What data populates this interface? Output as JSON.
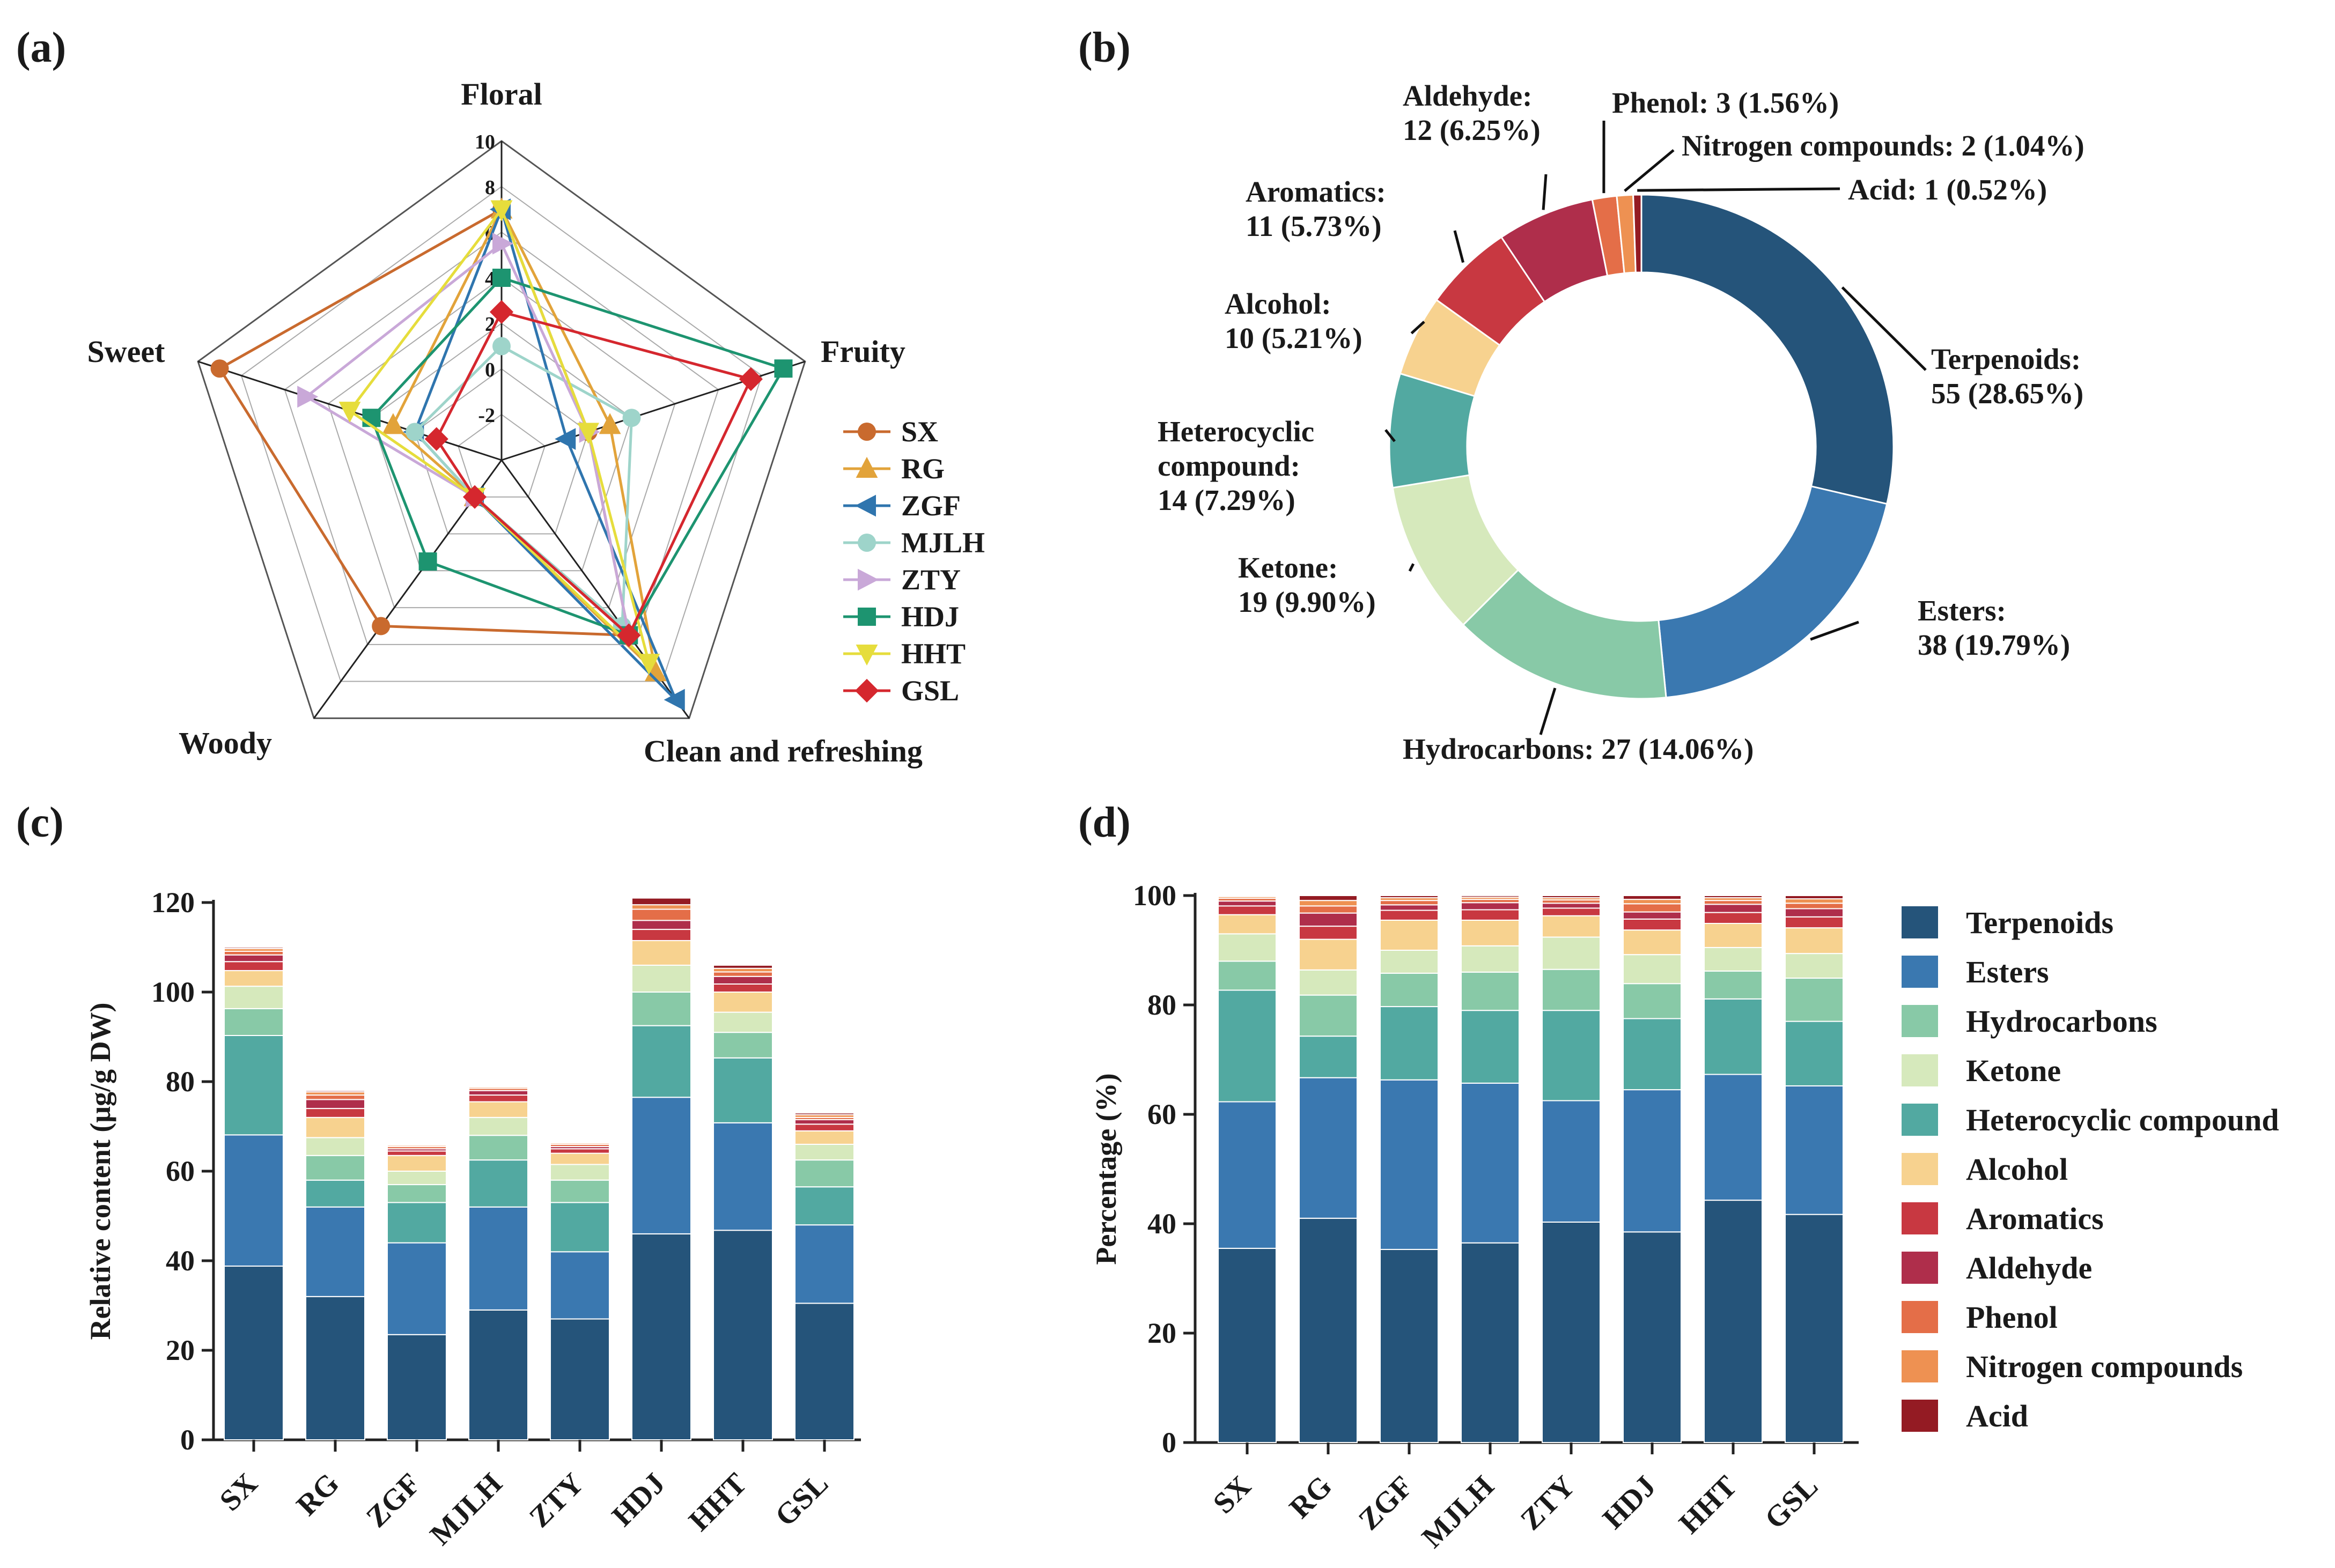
{
  "panel_labels": {
    "a": "(a)",
    "b": "(b)",
    "c": "(c)",
    "d": "(d)"
  },
  "colors": {
    "Terpenoids": "#25547A",
    "Esters": "#3A78B0",
    "Hydrocarbons": "#88C9A7",
    "Ketone": "#D6E9BC",
    "Heterocyclic compound": "#52A9A1",
    "Alcohol": "#F7D28F",
    "Aromatics": "#C83841",
    "Aldehyde": "#AF2E4B",
    "Phenol": "#E46E48",
    "Nitrogen compounds": "#EE9152",
    "Acid": "#941B23"
  },
  "chart_data": [
    {
      "type": "radar",
      "panel": "a",
      "axes": [
        "Floral",
        "Fruity",
        "Clean and refreshing",
        "Woody",
        "Sweet"
      ],
      "ticks": [
        "-2",
        "0",
        "2",
        "4",
        "6",
        "8",
        "10"
      ],
      "range": [
        -4,
        10
      ],
      "series": [
        {
          "name": "SX",
          "color": "#C96A2E",
          "marker": "circle",
          "values": [
            7,
            0,
            5.5,
            5,
            9
          ]
        },
        {
          "name": "RG",
          "color": "#E2A33A",
          "marker": "triangle-up",
          "values": [
            7,
            1,
            7.5,
            -2,
            1
          ]
        },
        {
          "name": "ZGF",
          "color": "#2F75AE",
          "marker": "triangle-left",
          "values": [
            7,
            -1,
            9,
            -2,
            0
          ]
        },
        {
          "name": "MJLH",
          "color": "#9ED4CA",
          "marker": "circle",
          "values": [
            1,
            2,
            5,
            -2,
            0
          ]
        },
        {
          "name": "ZTY",
          "color": "#C9A8D8",
          "marker": "triangle-right",
          "values": [
            5.5,
            0,
            5.5,
            -2,
            5
          ]
        },
        {
          "name": "HDJ",
          "color": "#1D9470",
          "marker": "square",
          "values": [
            4,
            9,
            5.5,
            1.5,
            2
          ]
        },
        {
          "name": "HHT",
          "color": "#E6DD3C",
          "marker": "triangle-down",
          "values": [
            7,
            0,
            7,
            -2,
            3
          ]
        },
        {
          "name": "GSL",
          "color": "#D5272E",
          "marker": "diamond",
          "values": [
            2.5,
            7.5,
            5.5,
            -2,
            -1
          ]
        }
      ]
    },
    {
      "type": "pie",
      "panel": "b",
      "hole": true,
      "slices": [
        {
          "name": "Terpenoids",
          "count": 55,
          "percent": 28.65,
          "label": "Terpenoids:",
          "value_label": "55 (28.65%)"
        },
        {
          "name": "Esters",
          "count": 38,
          "percent": 19.79,
          "label": "Esters:",
          "value_label": "38 (19.79%)"
        },
        {
          "name": "Hydrocarbons",
          "count": 27,
          "percent": 14.06,
          "label": "Hydrocarbons: 27 (14.06%)"
        },
        {
          "name": "Ketone",
          "count": 19,
          "percent": 9.9,
          "label": "Ketone:",
          "value_label": "19 (9.90%)"
        },
        {
          "name": "Heterocyclic compound",
          "count": 14,
          "percent": 7.29,
          "label": "Heterocyclic",
          "label2": "compound:",
          "value_label": "14 (7.29%)"
        },
        {
          "name": "Alcohol",
          "count": 10,
          "percent": 5.21,
          "label": "Alcohol:",
          "value_label": "10 (5.21%)"
        },
        {
          "name": "Aromatics",
          "count": 11,
          "percent": 5.73,
          "label": "Aromatics:",
          "value_label": "11 (5.73%)"
        },
        {
          "name": "Aldehyde",
          "count": 12,
          "percent": 6.25,
          "label": "Aldehyde:",
          "value_label": "12 (6.25%)"
        },
        {
          "name": "Phenol",
          "count": 3,
          "percent": 1.56,
          "label": "Phenol: 3 (1.56%)"
        },
        {
          "name": "Nitrogen compounds",
          "count": 2,
          "percent": 1.04,
          "label": "Nitrogen compounds: 2 (1.04%)"
        },
        {
          "name": "Acid",
          "count": 1,
          "percent": 0.52,
          "label": "Acid: 1 (0.52%)"
        }
      ]
    },
    {
      "type": "bar",
      "stacked": true,
      "panel": "c",
      "ylabel": "Relative content (μg/g DW)",
      "ylim": [
        0,
        120
      ],
      "yticks": [
        0,
        20,
        40,
        60,
        80,
        100,
        120
      ],
      "categories": [
        "SX",
        "RG",
        "ZGF",
        "MJLH",
        "ZTY",
        "HDJ",
        "HHT",
        "GSL"
      ],
      "series": [
        {
          "name": "Terpenoids",
          "values": [
            38.8,
            32,
            23.5,
            29,
            27,
            46,
            46.8,
            30.5
          ]
        },
        {
          "name": "Esters",
          "values": [
            29.3,
            20,
            20.5,
            23,
            15,
            30.5,
            24,
            17.5
          ]
        },
        {
          "name": "Heterocyclic compound",
          "values": [
            22.2,
            6,
            9,
            10.5,
            11,
            16,
            14.5,
            8.5
          ]
        },
        {
          "name": "Hydrocarbons",
          "values": [
            6,
            5.5,
            4,
            5.5,
            5,
            7.5,
            5.7,
            6
          ]
        },
        {
          "name": "Ketone",
          "values": [
            5,
            4,
            3,
            4,
            3.5,
            6,
            4.5,
            3.5
          ]
        },
        {
          "name": "Alcohol",
          "values": [
            3.5,
            4.5,
            3.5,
            3.5,
            2.5,
            5.5,
            4.5,
            3
          ]
        },
        {
          "name": "Aromatics",
          "values": [
            2,
            2,
            1,
            1.5,
            1,
            2.5,
            1.8,
            1.5
          ]
        },
        {
          "name": "Aldehyde",
          "values": [
            1.5,
            2,
            0.5,
            1,
            0.5,
            2,
            1.7,
            1
          ]
        },
        {
          "name": "Phenol",
          "values": [
            0.8,
            1,
            0.5,
            0.5,
            0.5,
            2.5,
            1,
            0.5
          ]
        },
        {
          "name": "Nitrogen compounds",
          "values": [
            0.6,
            0.7,
            0.3,
            0.3,
            0.3,
            1,
            0.8,
            0.6
          ]
        },
        {
          "name": "Acid",
          "values": [
            0.3,
            0.3,
            0.2,
            0.2,
            0.2,
            1.5,
            0.7,
            0.4
          ]
        }
      ]
    },
    {
      "type": "bar",
      "stacked": true,
      "percent": true,
      "panel": "d",
      "ylabel": "Percentage (%)",
      "ylim": [
        0,
        100
      ],
      "yticks": [
        0,
        20,
        40,
        60,
        80,
        100
      ],
      "categories": [
        "SX",
        "RG",
        "ZGF",
        "MJLH",
        "ZTY",
        "HDJ",
        "HHT",
        "GSL"
      ],
      "series": [
        {
          "name": "Terpenoids",
          "values": [
            35.5,
            41,
            35.3,
            36.5,
            40.3,
            38.5,
            44.3,
            41.7
          ]
        },
        {
          "name": "Esters",
          "values": [
            26.8,
            25.7,
            31,
            29.2,
            22.2,
            26,
            23,
            23.5
          ]
        },
        {
          "name": "Heterocyclic compound",
          "values": [
            20.4,
            7.6,
            13.4,
            13.3,
            16.5,
            13,
            13.8,
            11.8
          ]
        },
        {
          "name": "Hydrocarbons",
          "values": [
            5.3,
            7.5,
            6.1,
            7,
            7.5,
            6.4,
            5.1,
            7.9
          ]
        },
        {
          "name": "Ketone",
          "values": [
            5,
            4.6,
            4.2,
            4.8,
            5.9,
            5.3,
            4.3,
            4.5
          ]
        },
        {
          "name": "Alcohol",
          "values": [
            3.5,
            5.6,
            5.5,
            4.7,
            3.9,
            4.5,
            4.4,
            4.7
          ]
        },
        {
          "name": "Aromatics",
          "values": [
            1.6,
            2.4,
            1.8,
            1.9,
            1.4,
            2,
            2,
            2
          ]
        },
        {
          "name": "Aldehyde",
          "values": [
            0.9,
            2.4,
            1,
            1.3,
            0.9,
            1.3,
            1.5,
            1.5
          ]
        },
        {
          "name": "Phenol",
          "values": [
            0.5,
            1.3,
            0.8,
            0.6,
            0.6,
            1.5,
            0.7,
            1
          ]
        },
        {
          "name": "Nitrogen compounds",
          "values": [
            0.3,
            1,
            0.5,
            0.4,
            0.4,
            0.8,
            0.5,
            0.8
          ]
        },
        {
          "name": "Acid",
          "values": [
            0.2,
            0.9,
            0.4,
            0.3,
            0.4,
            0.7,
            0.4,
            0.6
          ]
        }
      ]
    }
  ],
  "legend_d": [
    "Terpenoids",
    "Esters",
    "Hydrocarbons",
    "Ketone",
    "Heterocyclic compound",
    "Alcohol",
    "Aromatics",
    "Aldehyde",
    "Phenol",
    "Nitrogen compounds",
    "Acid"
  ]
}
